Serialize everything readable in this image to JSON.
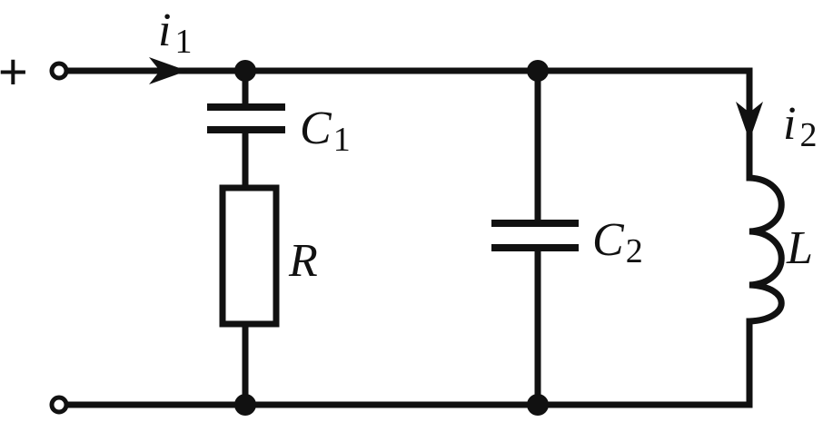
{
  "terminal": {
    "polarity": "+"
  },
  "currents": [
    {
      "symbol": "i",
      "subscript": "1"
    },
    {
      "symbol": "i",
      "subscript": "2"
    }
  ],
  "components": {
    "capacitor_1": {
      "symbol": "C",
      "subscript": "1"
    },
    "resistor": {
      "symbol": "R"
    },
    "capacitor_2": {
      "symbol": "C",
      "subscript": "2"
    },
    "inductor": {
      "symbol": "L"
    }
  }
}
